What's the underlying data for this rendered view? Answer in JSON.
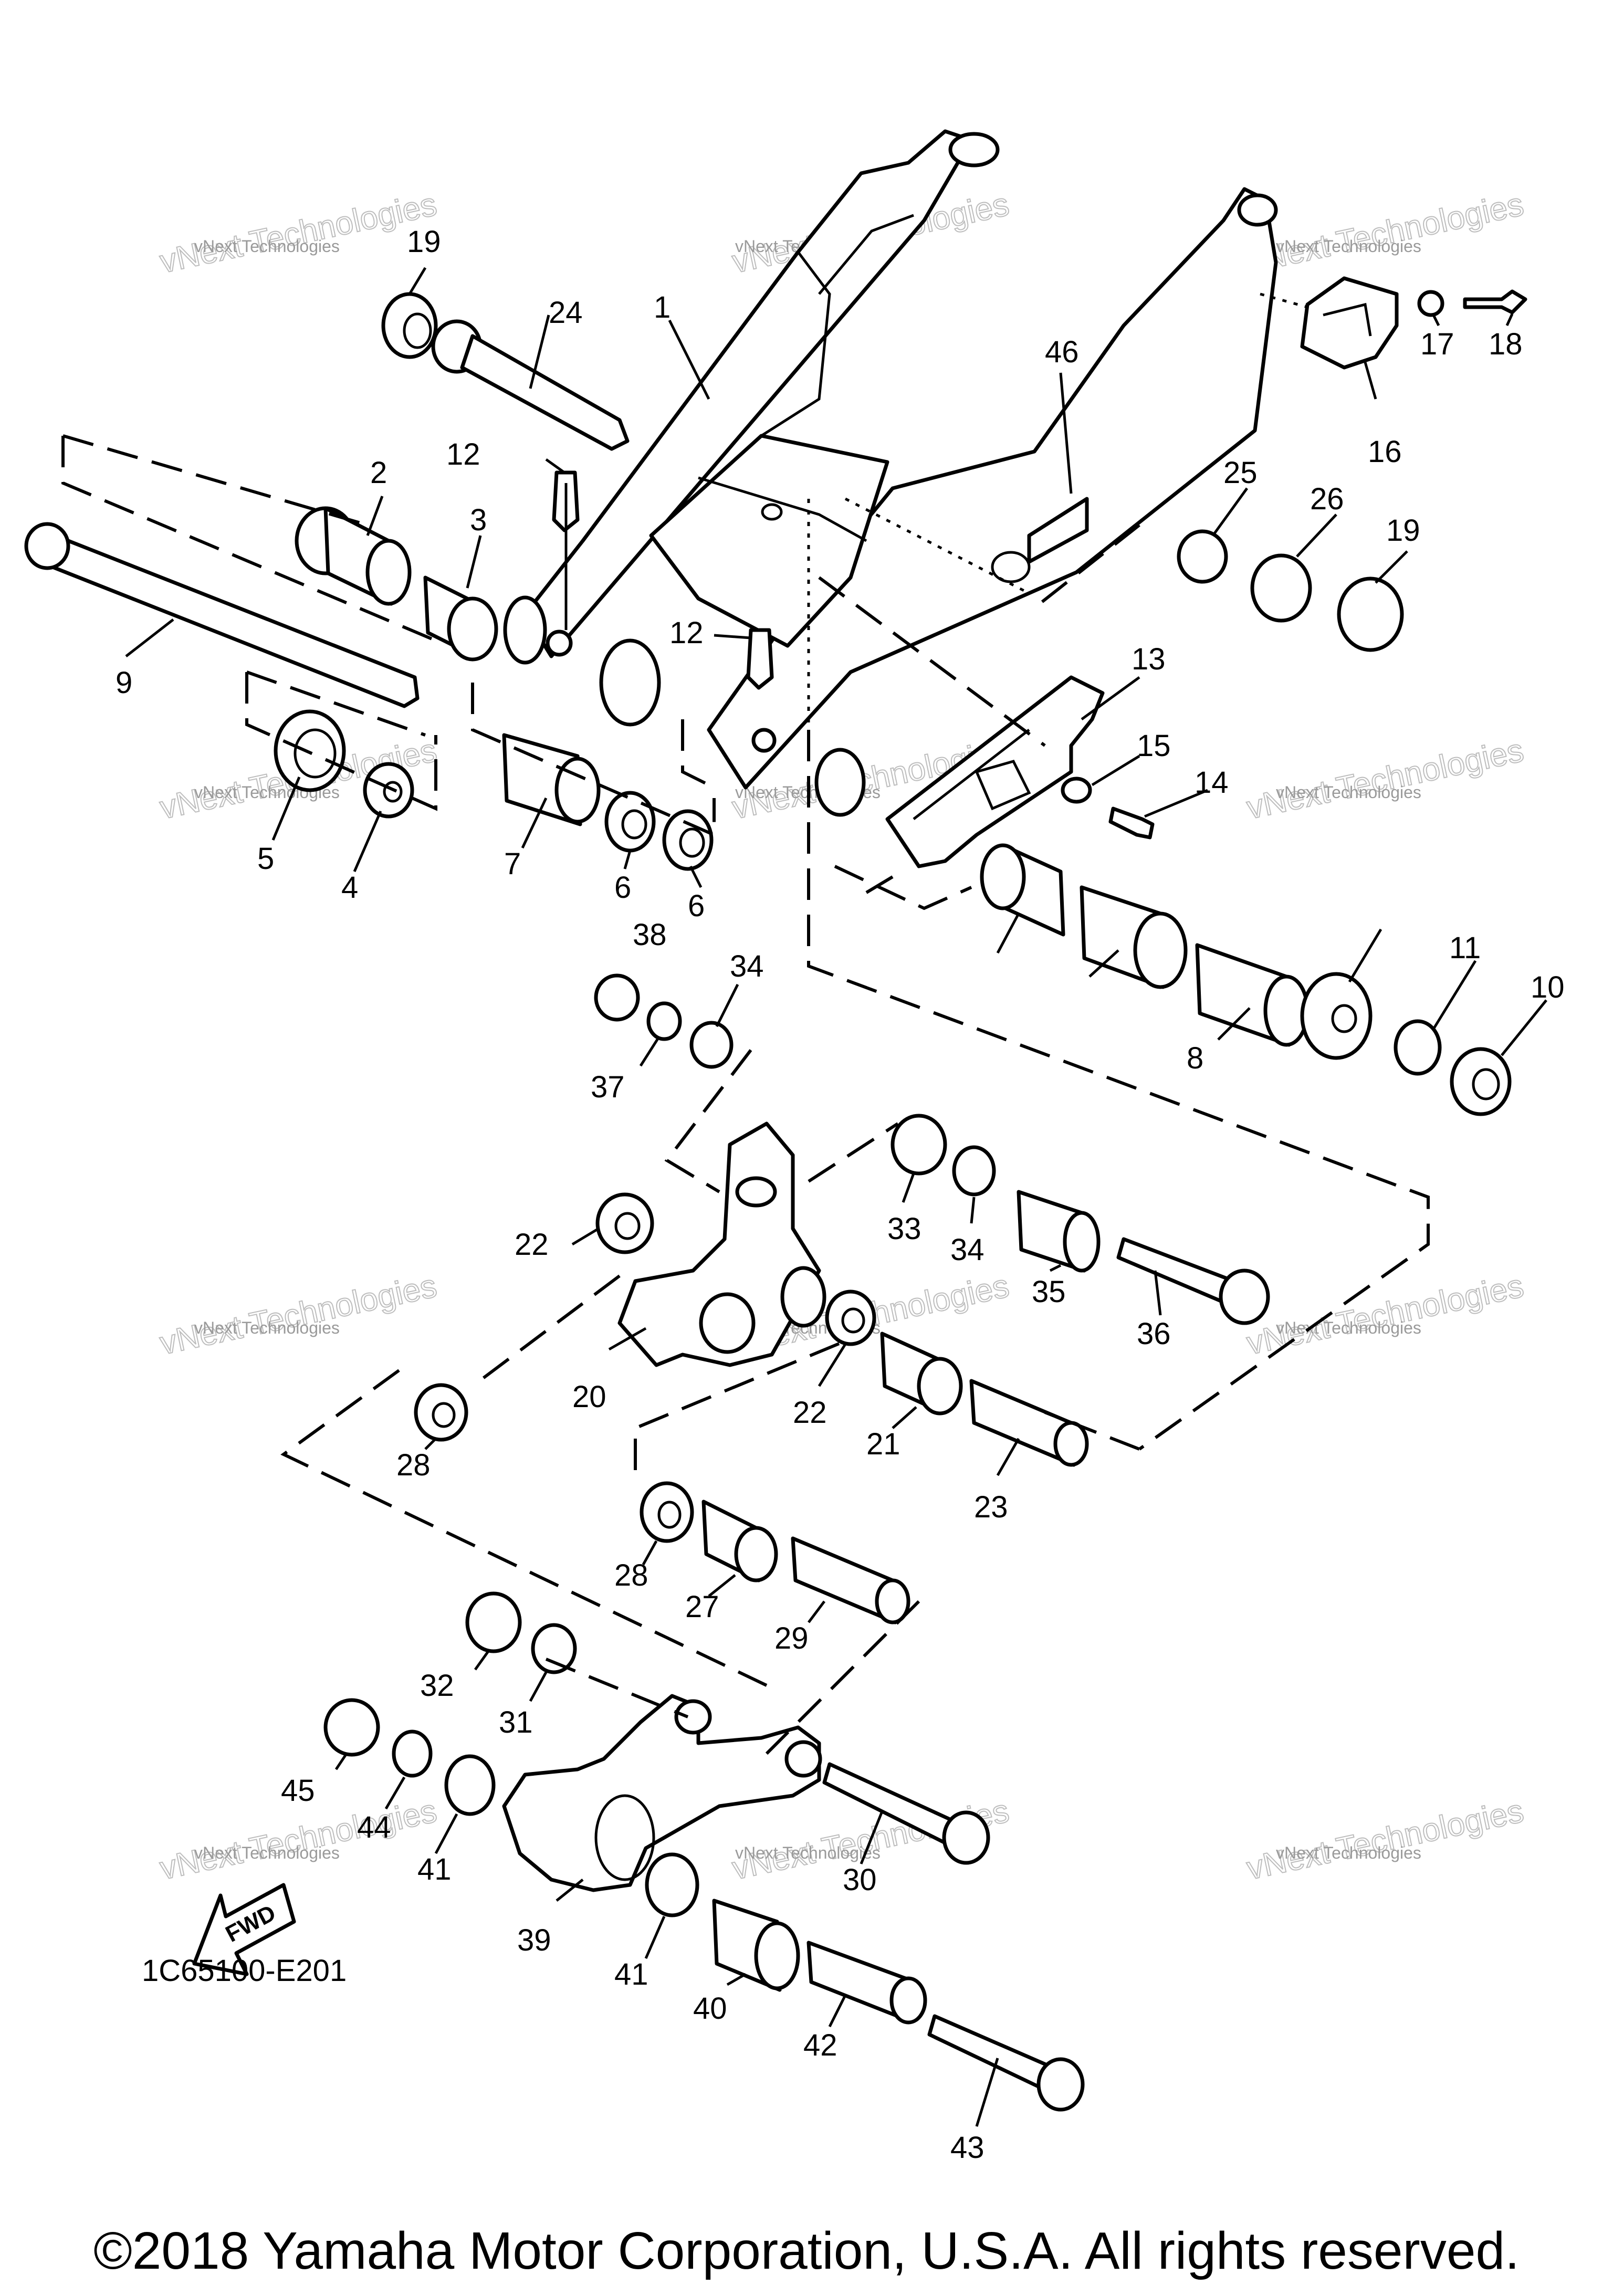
{
  "diagram": {
    "drawing_code": "1C65100-E201",
    "fwd_label": "FWD",
    "copyright": "©2018 Yamaha Motor Corporation, U.S.A. All rights reserved.",
    "watermark": {
      "line1": "vNext Technologies",
      "line2": "vNext Technologies"
    },
    "callouts": [
      "1",
      "2",
      "3",
      "4",
      "5",
      "6",
      "7",
      "8",
      "9",
      "10",
      "11",
      "12",
      "13",
      "14",
      "15",
      "16",
      "17",
      "18",
      "19",
      "20",
      "21",
      "22",
      "23",
      "24",
      "25",
      "26",
      "27",
      "28",
      "29",
      "30",
      "31",
      "32",
      "33",
      "34",
      "35",
      "36",
      "37",
      "38",
      "39",
      "40",
      "41",
      "42",
      "43",
      "44",
      "45",
      "46"
    ]
  }
}
